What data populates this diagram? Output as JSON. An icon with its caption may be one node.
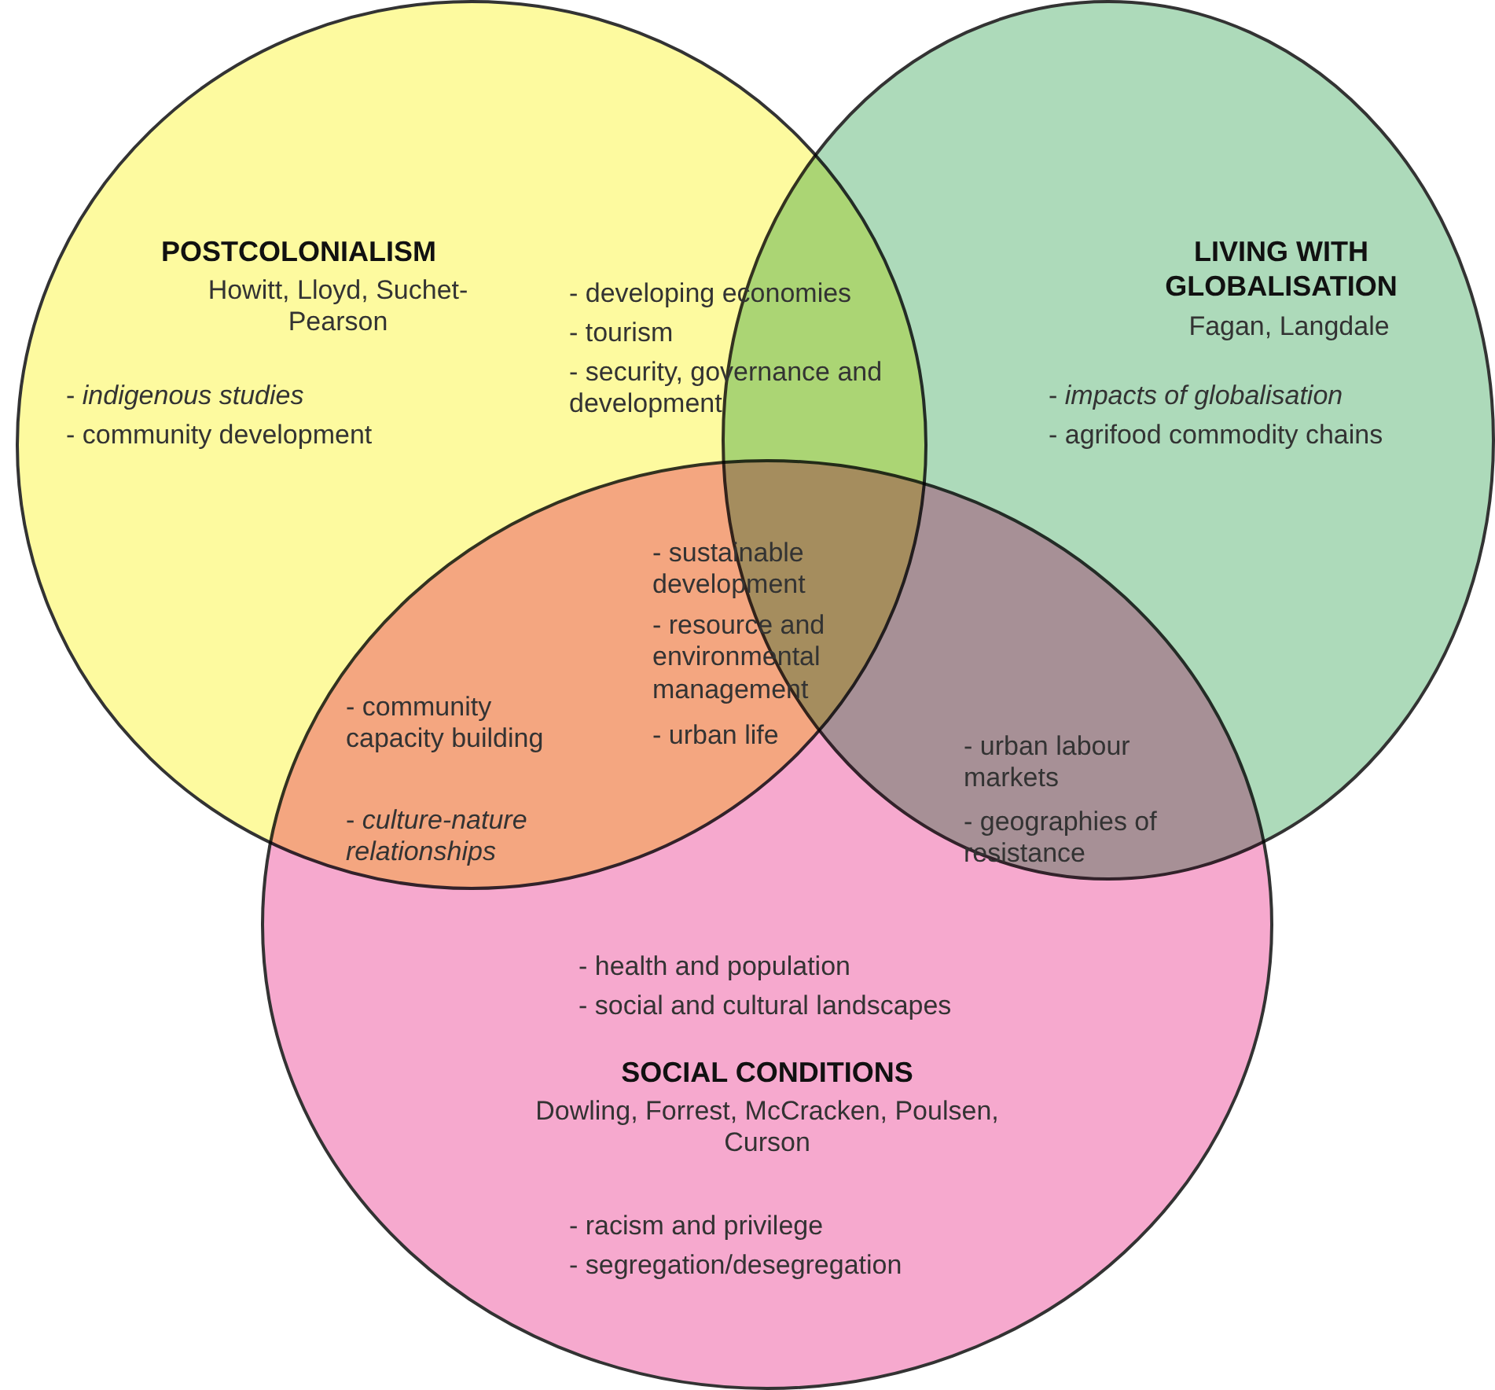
{
  "diagram": {
    "nodes": [
      {
        "text": [
          "POSTCOLONIALISM",
          "Howitt, Lloyd, Suchet-Pearson",
          "- *indigenous studies*",
          "- community development"
        ]
      },
      {
        "text": [
          "LIVING WITH GLOBALISATION",
          "Fagan, Langdale",
          "- *impacts of globalisation*",
          "- agrifood commodity chains"
        ]
      },
      {
        "text": [
          "- health and population",
          "- social and cultural landscapes",
          "SOCIAL CONDITIONS",
          "Dowling, Forrest, McCracken, Poulsen, Curson",
          "- racism and privilege",
          "- segregation/desegregation"
        ]
      }
    ],
    "labels": [
      "- developing economies",
      "- tourism",
      "- security, governance and development",
      "- sustainable development",
      "- resource and environmental management",
      "- urban life",
      "- community capacity building",
      "- *culture-nature relationships*",
      "- urban labour markets",
      "- geographies of resistance"
    ]
  }
}
